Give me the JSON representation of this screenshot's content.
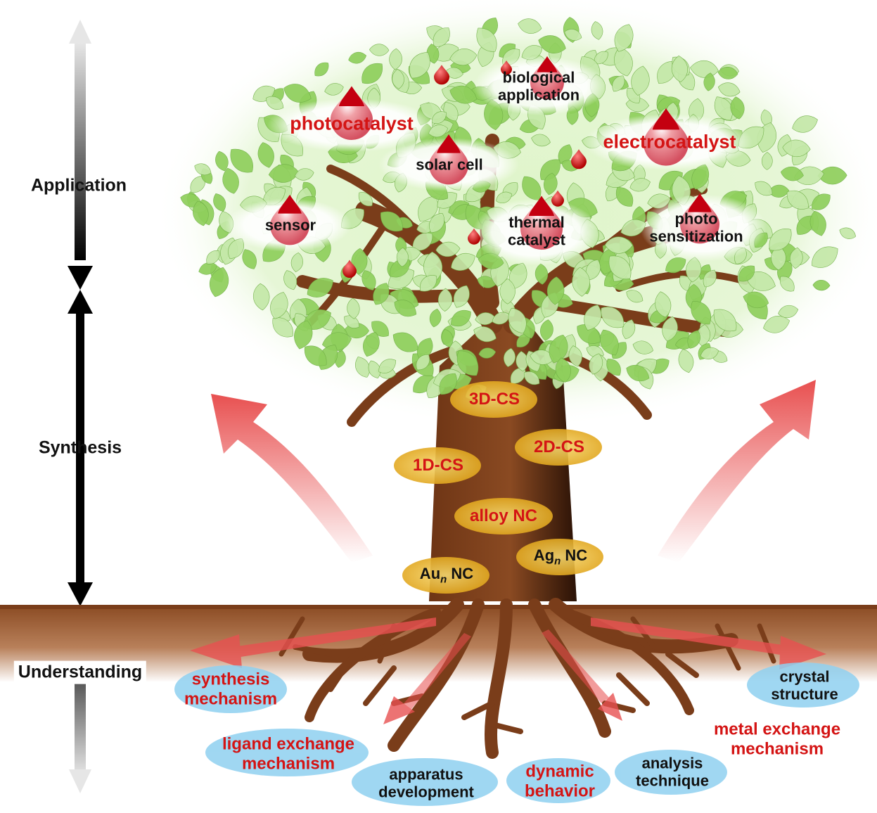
{
  "axis": {
    "application": "Application",
    "synthesis": "Synthesis",
    "understanding": "Understanding"
  },
  "canopy": {
    "photocatalyst": "photocatalyst",
    "biological_line1": "biological",
    "biological_line2": "application",
    "electrocatalyst": "electrocatalyst",
    "solar_cell": "solar cell",
    "sensor": "sensor",
    "thermal_line1": "thermal",
    "thermal_line2": "catalyst",
    "photo_line1": "photo",
    "photo_line2": "sensitization"
  },
  "trunk": {
    "cs3d": "3D-CS",
    "cs2d": "2D-CS",
    "cs1d": "1D-CS",
    "alloy": "alloy NC",
    "ag_base": "Ag",
    "ag_sub": "n",
    "ag_suffix": " NC",
    "au_base": "Au",
    "au_sub": "n",
    "au_suffix": " NC"
  },
  "roots": {
    "synthesis_line1": "synthesis",
    "synthesis_line2": "mechanism",
    "ligand_line1": "ligand exchange",
    "ligand_line2": "mechanism",
    "apparatus_line1": "apparatus",
    "apparatus_line2": "development",
    "dynamic_line1": "dynamic",
    "dynamic_line2": "behavior",
    "analysis_line1": "analysis",
    "analysis_line2": "technique",
    "metal_line1": "metal exchange",
    "metal_line2": "mechanism",
    "crystal_line1": "crystal",
    "crystal_line2": "structure"
  },
  "colors": {
    "red_text": "#d41414",
    "dark_text": "#111111",
    "leaf_light": "#c4e8a8",
    "leaf_dark": "#8fcf5c",
    "trunk": "#7a3d1a",
    "soil": "#8a4a22",
    "root_bubble": "#8fd0f0",
    "trunk_bubble": "#f2c230",
    "arrow_red": "#e85050"
  }
}
